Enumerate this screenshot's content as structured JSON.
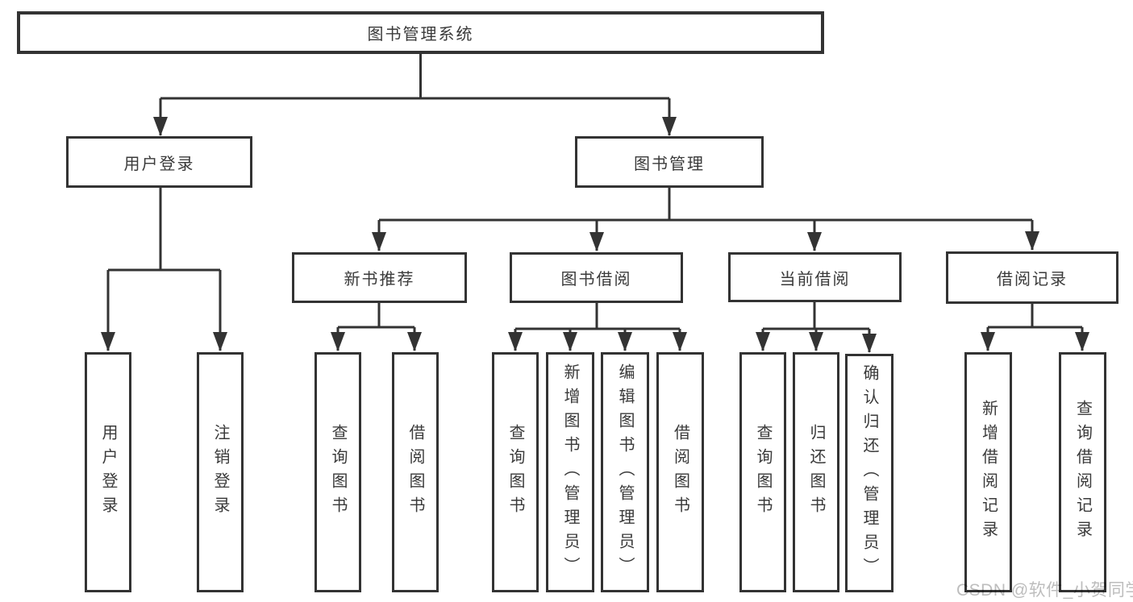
{
  "diagram": {
    "title": "图书管理系统",
    "level2": [
      "用户登录",
      "图书管理"
    ],
    "level3": [
      "新书推荐",
      "图书借阅",
      "当前借阅",
      "借阅记录"
    ],
    "leaves": {
      "user_login": [
        "用户登录",
        "注销登录"
      ],
      "new_books": [
        "查询图书",
        "借阅图书"
      ],
      "book_borrow": [
        "查询图书",
        "新增图书（管理员）",
        "编辑图书（管理员）",
        "借阅图书"
      ],
      "current_borrow": [
        "查询图书",
        "归还图书",
        "确认归还（管理员）"
      ],
      "borrow_records": [
        "新增借阅记录",
        "查询借阅记录"
      ]
    },
    "watermark": "CSDN @软件_小贺同学",
    "colors": {
      "line": "#333333",
      "box_border": "#333333",
      "text": "#3a3a3a",
      "background": "#ffffff",
      "watermark": "#bdbdbd"
    }
  }
}
